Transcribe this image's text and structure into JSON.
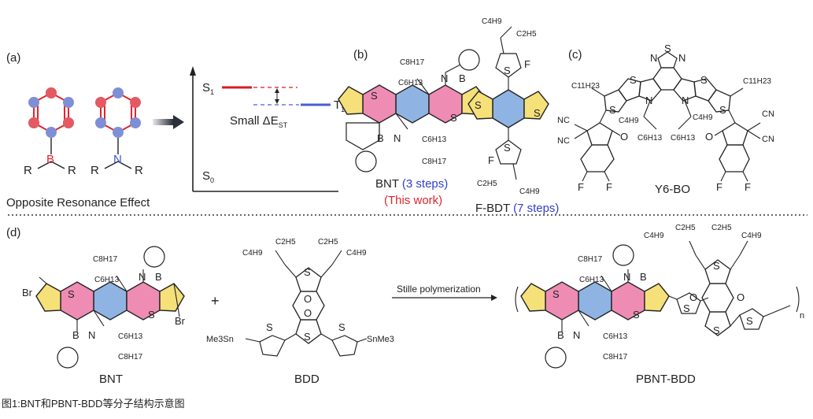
{
  "colors": {
    "pink": "#ee8cb4",
    "blue_fill": "#8fb4e3",
    "yellow": "#f5e07a",
    "boron_red": "#e0242b",
    "nitrogen_blue": "#3a55c8",
    "dot_red": "#e45a63",
    "dot_blue": "#7f8fd6",
    "steps_blue": "#2f3fd0",
    "this_work_red": "#e0242b",
    "s1_line": "#d51e24",
    "t1_line": "#4a5ed6"
  },
  "panel_a": {
    "label": "(a)",
    "boron_atom": "B",
    "nitrogen_atom": "N",
    "r_left": "R",
    "r_right": "R",
    "caption": "Opposite Resonance Effect",
    "s1_label": "S",
    "s1_sub": "1",
    "t1_label": "T",
    "t1_sub": "1",
    "s0_label": "S",
    "s0_sub": "0",
    "gap_text": "Small ΔE",
    "gap_sub": "ST"
  },
  "panel_b": {
    "label": "(b)",
    "bnt_name": "BNT",
    "bnt_steps": "(3 steps)",
    "bnt_note": "(This work)",
    "fbdt_name": "F-BDT",
    "fbdt_steps": "(7 steps)"
  },
  "panel_c": {
    "label": "(c)",
    "name": "Y6-BO",
    "c11h23": "C11H23",
    "cn": "CN",
    "nc": "NC"
  },
  "panel_d": {
    "label": "(d)",
    "plus": "+",
    "arrow_text": "Stille polymerization",
    "bnt_name": "BNT",
    "bdd_name": "BDD",
    "product_name": "PBNT-BDD",
    "br": "Br",
    "snme3_left": "Me3Sn",
    "snme3_right": "SnMe3",
    "n_sub": "n"
  },
  "atoms": {
    "s": "S",
    "n": "N",
    "b": "B",
    "o": "O",
    "f": "F"
  },
  "chains": {
    "c8h17": "C8H17",
    "c6h13": "C6H13",
    "c4h9": "C4H9",
    "c2h5": "C2H5"
  },
  "figure_caption": "图1:BNT和PBNT-BDD等分子结构示意图"
}
